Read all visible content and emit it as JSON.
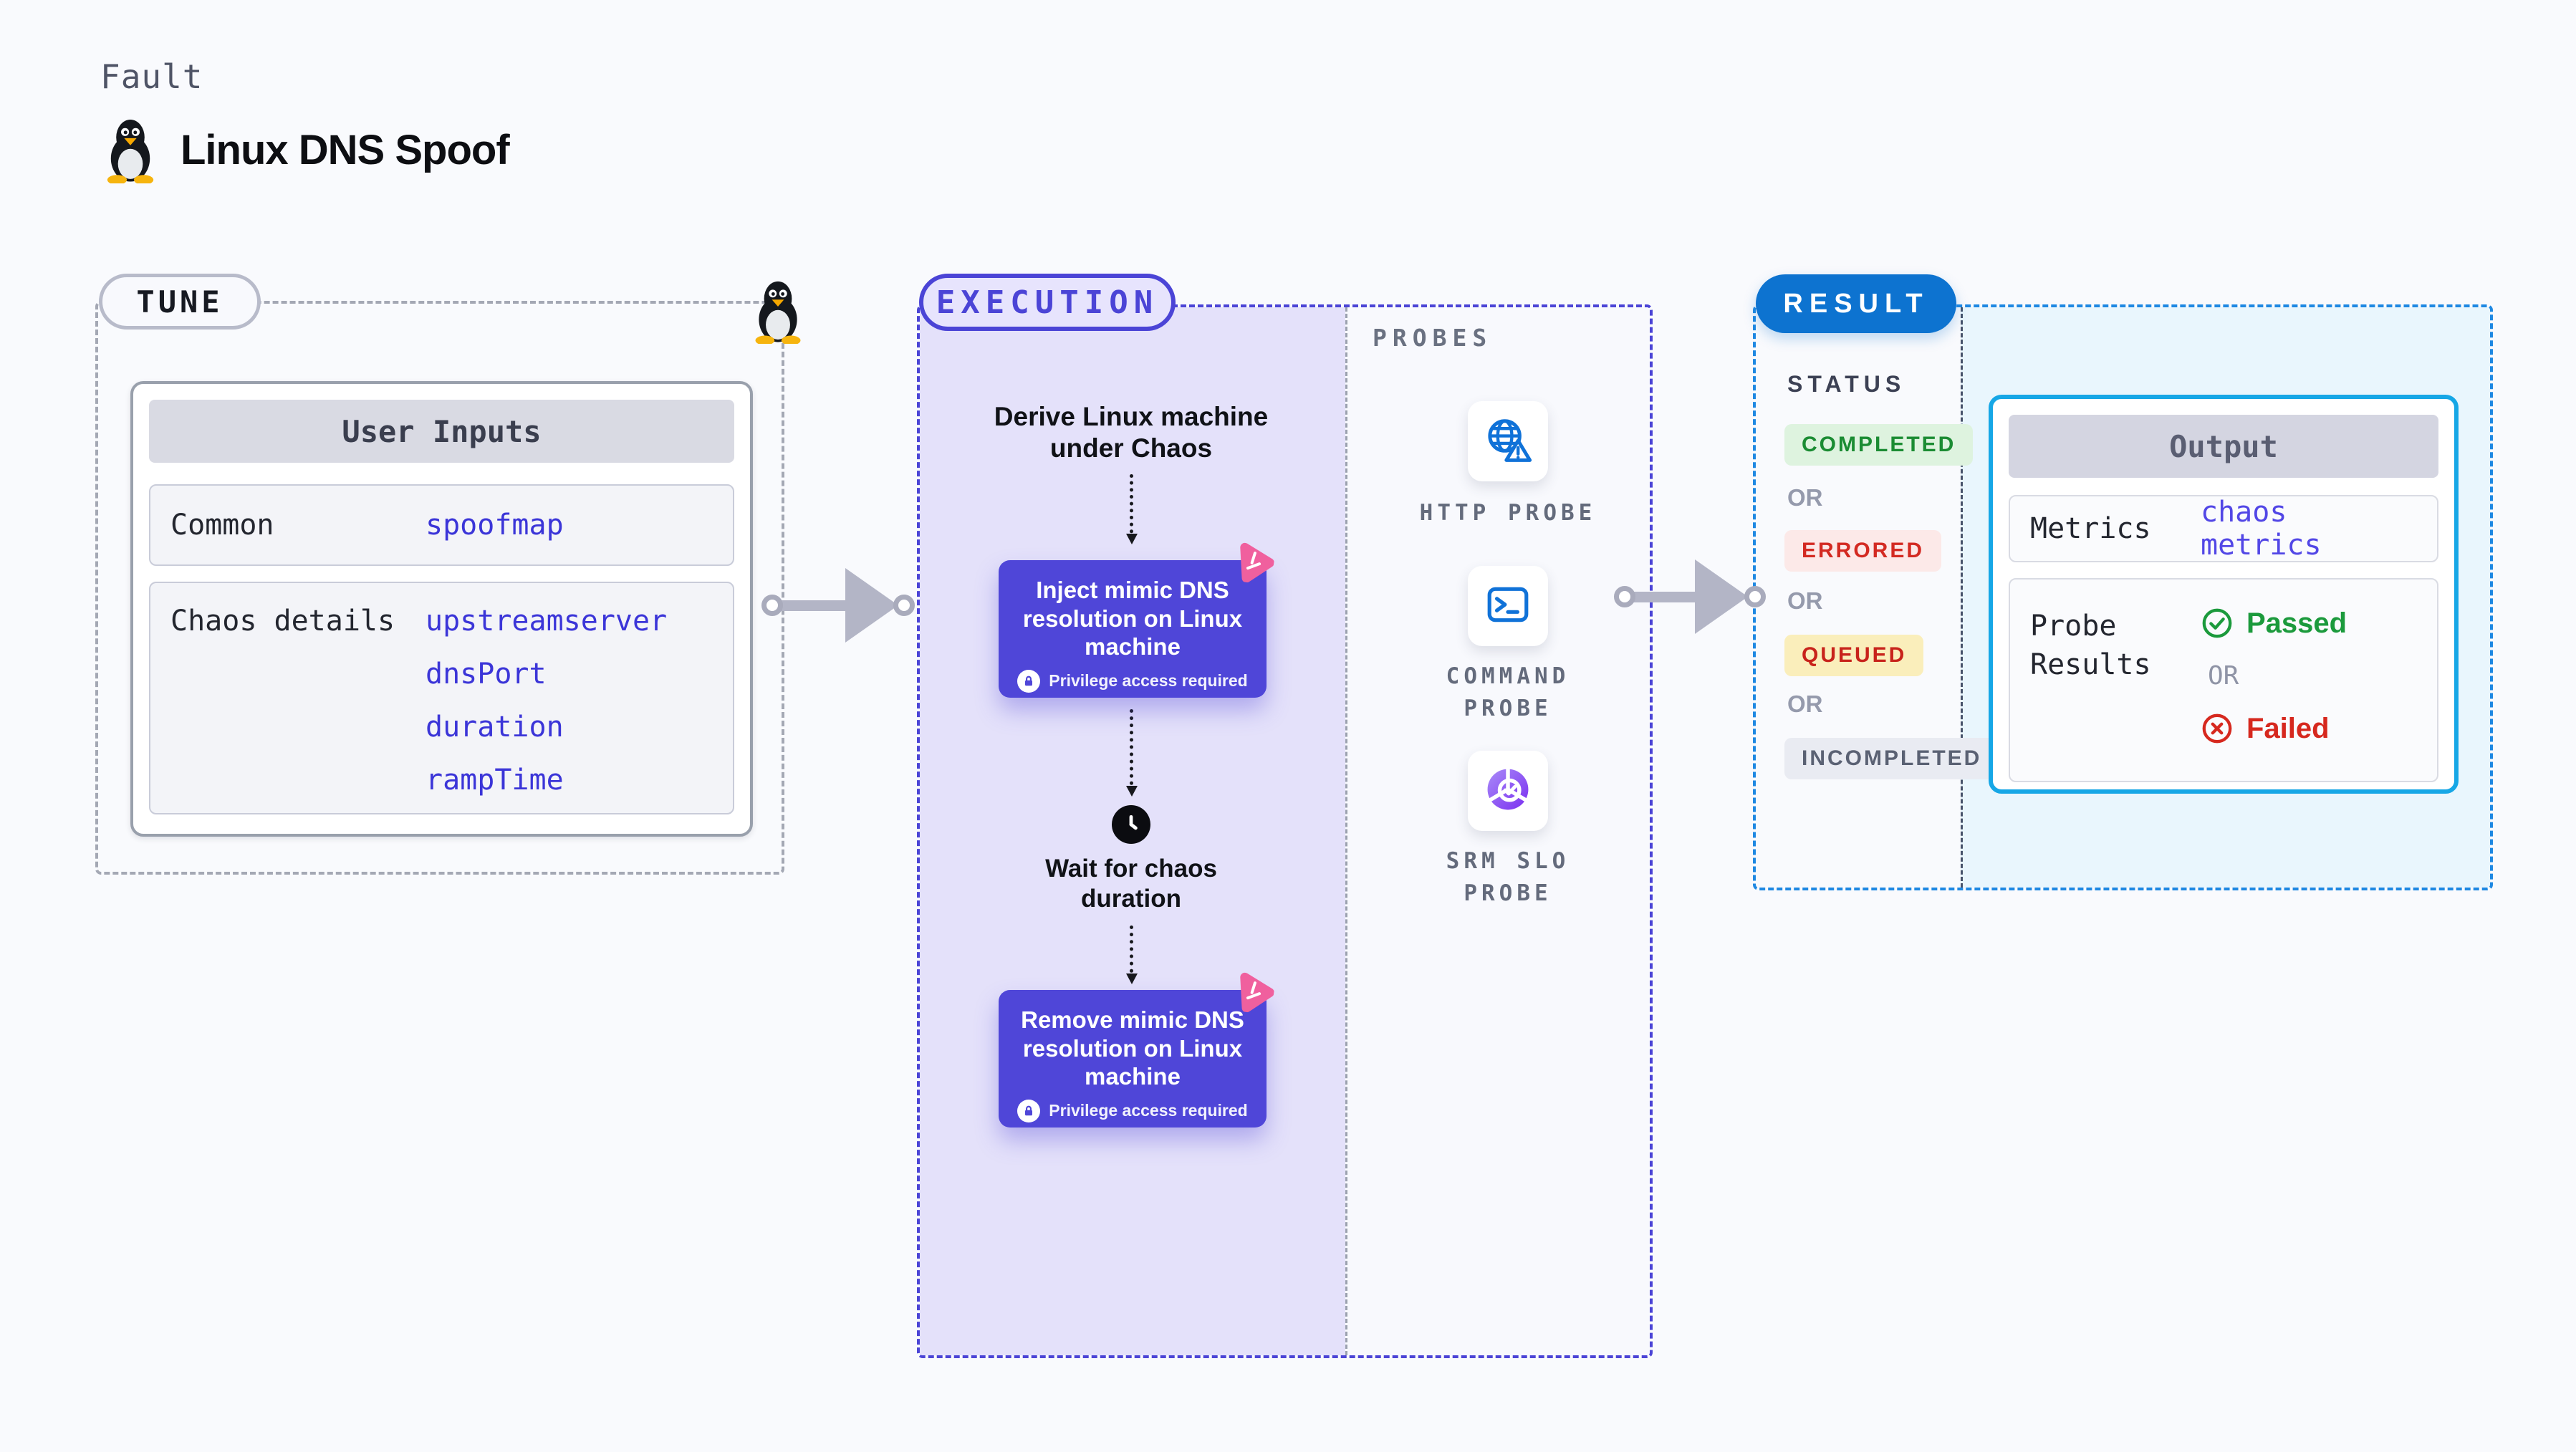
{
  "header": {
    "eyebrow": "Fault",
    "title": "Linux DNS Spoof"
  },
  "tune": {
    "badge": "TUNE",
    "user_inputs": {
      "header": "User Inputs",
      "rows": [
        {
          "label": "Common",
          "values": [
            "spoofmap"
          ]
        },
        {
          "label": "Chaos details",
          "values": [
            "upstreamserver",
            "dnsPort",
            "duration",
            "rampTime"
          ]
        }
      ]
    }
  },
  "execution": {
    "badge": "EXECUTION",
    "derive_step": "Derive Linux machine under Chaos",
    "inject_step": {
      "title": "Inject mimic DNS resolution on Linux machine",
      "note": "Privilege access required"
    },
    "wait_step": "Wait for chaos duration",
    "remove_step": {
      "title": "Remove mimic DNS resolution on Linux machine",
      "note": "Privilege access required"
    },
    "probes": {
      "label": "PROBES",
      "items": [
        {
          "name": "http-probe",
          "label": "HTTP PROBE"
        },
        {
          "name": "command-probe",
          "label": "COMMAND PROBE"
        },
        {
          "name": "srm-slo-probe",
          "label": "SRM SLO PROBE"
        }
      ]
    }
  },
  "result": {
    "badge": "RESULT",
    "status": {
      "label": "STATUS",
      "or": "OR",
      "badges": [
        {
          "label": "COMPLETED",
          "tone": "green"
        },
        {
          "label": "ERRORED",
          "tone": "red"
        },
        {
          "label": "QUEUED",
          "tone": "yellow"
        },
        {
          "label": "INCOMPLETED",
          "tone": "gray"
        }
      ]
    },
    "output": {
      "header": "Output",
      "metrics": {
        "label": "Metrics",
        "value": "chaos metrics"
      },
      "probe_results": {
        "label": "Probe Results",
        "passed": "Passed",
        "or": "OR",
        "failed": "Failed"
      }
    }
  },
  "colors": {
    "indigo_accent": "#4b44d6",
    "node_fill": "#4f46d8",
    "lavender_panel": "#e4e1fa",
    "link_text": "#3b35d8",
    "result_pill": "#0d73d0",
    "result_dash": "#1e88e2",
    "output_border": "#16a7e6",
    "result_panel": "#e9f6fd",
    "passed_green": "#1b9a3c",
    "failed_red": "#d6281e",
    "queued_bg": "#faeebb",
    "litmus_pink": "#f0609e",
    "probe_icon_blue": "#1072d8",
    "arrow_gray": "#b3b5c6"
  }
}
